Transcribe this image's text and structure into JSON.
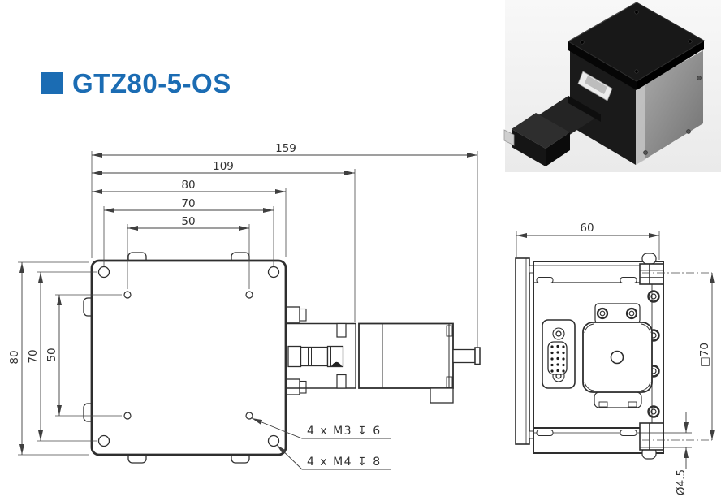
{
  "header": {
    "title": "GTZ80-5-OS"
  },
  "colors": {
    "accent": "#1b6cb3",
    "object_line": "#2e2e2e",
    "dimension_line": "#3f3f3f"
  },
  "top_view": {
    "dims_horizontal": [
      "159",
      "109",
      "80",
      "70",
      "50"
    ],
    "dims_vertical": [
      "80",
      "70",
      "50"
    ],
    "notes": [
      "4 x M3 ↧ 6",
      "4 x M4 ↧ 8"
    ]
  },
  "side_view": {
    "dim_width": "60",
    "dim_square": "□70",
    "dim_hole": "Ø4.5"
  }
}
